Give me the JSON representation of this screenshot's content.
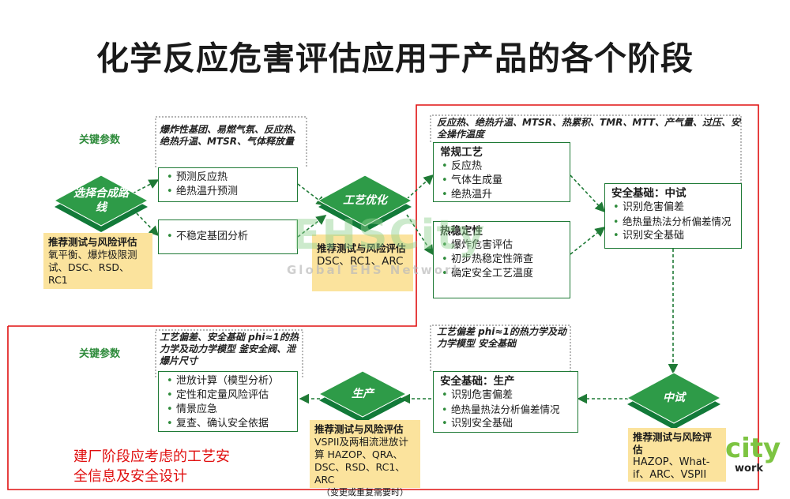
{
  "title": "化学反应危害评估应用于产品的各个阶段",
  "colors": {
    "green": "#1f7a36",
    "yellow": "#fbe39d",
    "red": "#e01010"
  },
  "stages": {
    "route": "选择合成路线",
    "optimize": "工艺优化",
    "pilot": "中试",
    "production": "生产"
  },
  "top_left": {
    "key_params_label": "关键参数",
    "params_note": "爆炸性基团、易燃气氛、反应热、绝热升温、MTSR、气体释放量",
    "box_predict": [
      "预测反应热",
      "绝热温升预测"
    ],
    "box_unstable": [
      "不稳定基团分析"
    ],
    "rec1": {
      "heading": "推荐测试与风险评估",
      "text": "氧平衡、爆炸极限测试、DSC、RSD、RC1"
    },
    "rec2": {
      "heading": "推荐测试与风险评估",
      "text": "DSC、RC1、ARC"
    }
  },
  "top_right": {
    "params_note": "反应热、绝热升温、MTSR、热累积、TMR、MTT、产气量、过压、安全操作温度",
    "normal": {
      "heading": "常规工艺",
      "items": [
        "反应热",
        "气体生成量",
        "绝热温升"
      ]
    },
    "thermal": {
      "heading": "热稳定性",
      "items": [
        "爆炸危害评估",
        "初步热稳定性筛查",
        "确定安全工艺温度"
      ]
    },
    "safety_pilot": {
      "heading": "安全基础：中试",
      "items": [
        "识别危害偏差",
        "绝热量热法分析偏差情况",
        "识别安全基础"
      ]
    },
    "rec_pilot": {
      "heading": "推荐测试与风险评估",
      "text": "HAZOP、What-if、ARC、VSPII"
    }
  },
  "bottom": {
    "key_params_label": "关键参数",
    "left_note": "工艺偏差、安全基础 phi≈1的热力学及动力学模型 釜安全阀、泄爆片尺寸",
    "left_items": [
      "泄放计算（模型分析）",
      "定性和定量风险评估",
      "情景应急",
      "复查、确认安全依据"
    ],
    "mid_note": "工艺偏差 phi≈1的热力学及动力学模型 安全基础",
    "safety_prod": {
      "heading": "安全基础：生产",
      "items": [
        "识别危害偏差",
        "绝热量热法分析偏差情况",
        "识别安全基础"
      ]
    },
    "rec_prod": {
      "heading": "推荐测试与风险评估",
      "text": "VSPII及两相流泄放计算 HAZOP、QRA、DSC、RSD、RC1、ARC",
      "note": "（变更或重复需要时）"
    },
    "red_note": "建厂阶段应考虑的工艺安全信息及安全设计"
  },
  "watermark": {
    "big": "EHSCity",
    "small": "Global EHS Network",
    "br_big": "city",
    "br_small": "work"
  }
}
